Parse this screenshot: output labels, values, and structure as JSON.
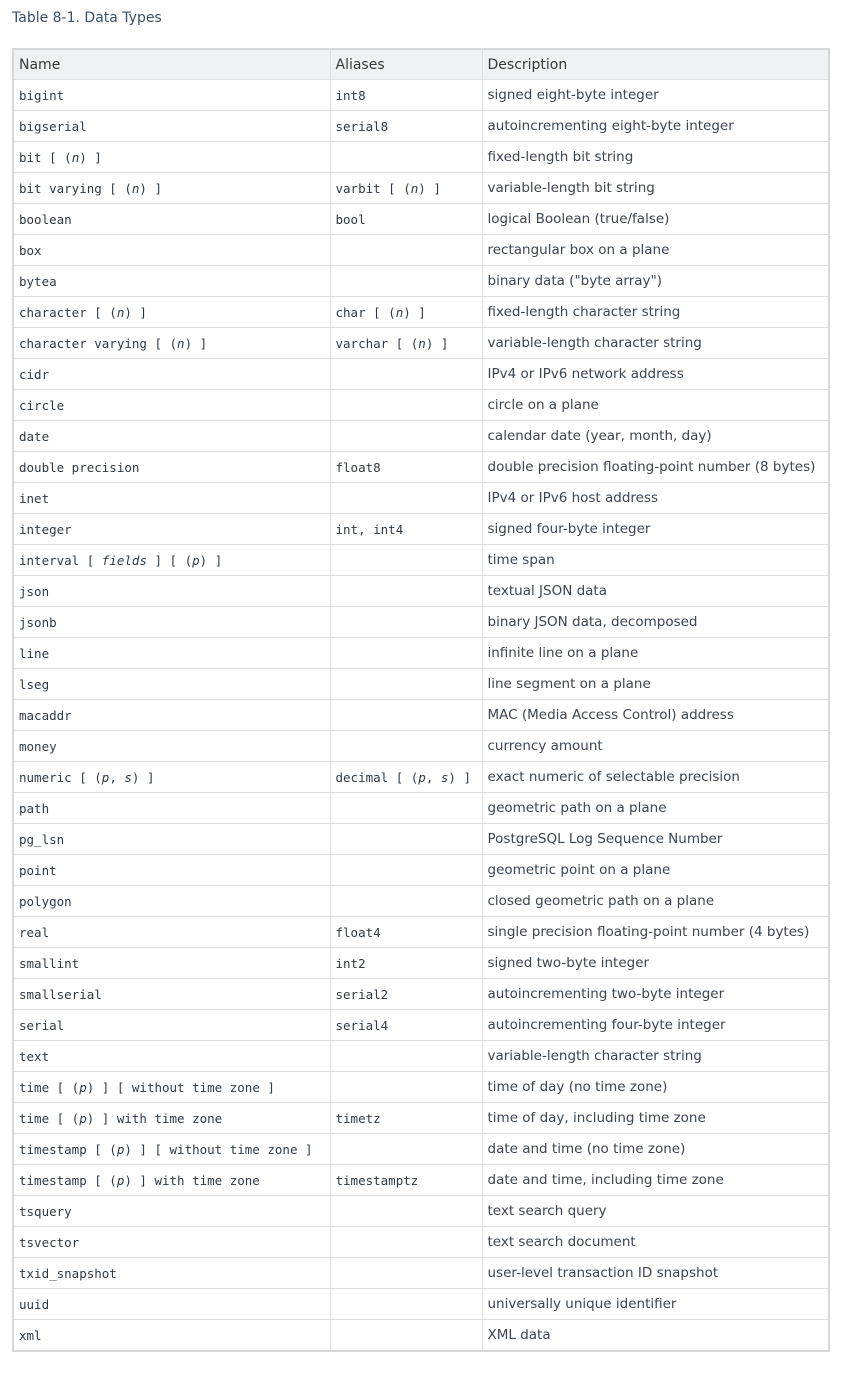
{
  "caption": "Table 8-1. Data Types",
  "headers": {
    "name": "Name",
    "aliases": "Aliases",
    "description": "Description"
  },
  "rows": [
    {
      "name": "bigint",
      "aliases": "int8",
      "description": "signed eight-byte integer"
    },
    {
      "name": "bigserial",
      "aliases": "serial8",
      "description": "autoincrementing eight-byte integer"
    },
    {
      "name": "bit [ (n) ]",
      "aliases": "",
      "description": "fixed-length bit string"
    },
    {
      "name": "bit varying [ (n) ]",
      "aliases": "varbit [ (n) ]",
      "description": "variable-length bit string"
    },
    {
      "name": "boolean",
      "aliases": "bool",
      "description": "logical Boolean (true/false)"
    },
    {
      "name": "box",
      "aliases": "",
      "description": "rectangular box on a plane"
    },
    {
      "name": "bytea",
      "aliases": "",
      "description": "binary data (\"byte array\")"
    },
    {
      "name": "character [ (n) ]",
      "aliases": "char [ (n) ]",
      "description": "fixed-length character string"
    },
    {
      "name": "character varying [ (n) ]",
      "aliases": "varchar [ (n) ]",
      "description": "variable-length character string"
    },
    {
      "name": "cidr",
      "aliases": "",
      "description": "IPv4 or IPv6 network address"
    },
    {
      "name": "circle",
      "aliases": "",
      "description": "circle on a plane"
    },
    {
      "name": "date",
      "aliases": "",
      "description": "calendar date (year, month, day)"
    },
    {
      "name": "double precision",
      "aliases": "float8",
      "description": "double precision floating-point number (8 bytes)"
    },
    {
      "name": "inet",
      "aliases": "",
      "description": "IPv4 or IPv6 host address"
    },
    {
      "name": "integer",
      "aliases": "int, int4",
      "description": "signed four-byte integer"
    },
    {
      "name": "interval [ fields ] [ (p) ]",
      "aliases": "",
      "description": "time span"
    },
    {
      "name": "json",
      "aliases": "",
      "description": "textual JSON data"
    },
    {
      "name": "jsonb",
      "aliases": "",
      "description": "binary JSON data, decomposed"
    },
    {
      "name": "line",
      "aliases": "",
      "description": "infinite line on a plane"
    },
    {
      "name": "lseg",
      "aliases": "",
      "description": "line segment on a plane"
    },
    {
      "name": "macaddr",
      "aliases": "",
      "description": "MAC (Media Access Control) address"
    },
    {
      "name": "money",
      "aliases": "",
      "description": "currency amount"
    },
    {
      "name": "numeric [ (p, s) ]",
      "aliases": "decimal [ (p, s) ]",
      "description": "exact numeric of selectable precision"
    },
    {
      "name": "path",
      "aliases": "",
      "description": "geometric path on a plane"
    },
    {
      "name": "pg_lsn",
      "aliases": "",
      "description": "PostgreSQL Log Sequence Number"
    },
    {
      "name": "point",
      "aliases": "",
      "description": "geometric point on a plane"
    },
    {
      "name": "polygon",
      "aliases": "",
      "description": "closed geometric path on a plane"
    },
    {
      "name": "real",
      "aliases": "float4",
      "description": "single precision floating-point number (4 bytes)"
    },
    {
      "name": "smallint",
      "aliases": "int2",
      "description": "signed two-byte integer"
    },
    {
      "name": "smallserial",
      "aliases": "serial2",
      "description": "autoincrementing two-byte integer"
    },
    {
      "name": "serial",
      "aliases": "serial4",
      "description": "autoincrementing four-byte integer"
    },
    {
      "name": "text",
      "aliases": "",
      "description": "variable-length character string"
    },
    {
      "name": "time [ (p) ] [ without time zone ]",
      "aliases": "",
      "description": "time of day (no time zone)"
    },
    {
      "name": "time [ (p) ] with time zone",
      "aliases": "timetz",
      "description": "time of day, including time zone"
    },
    {
      "name": "timestamp [ (p) ] [ without time zone ]",
      "aliases": "",
      "description": "date and time (no time zone)"
    },
    {
      "name": "timestamp [ (p) ] with time zone",
      "aliases": "timestamptz",
      "description": "date and time, including time zone"
    },
    {
      "name": "tsquery",
      "aliases": "",
      "description": "text search query"
    },
    {
      "name": "tsvector",
      "aliases": "",
      "description": "text search document"
    },
    {
      "name": "txid_snapshot",
      "aliases": "",
      "description": "user-level transaction ID snapshot"
    },
    {
      "name": "uuid",
      "aliases": "",
      "description": "universally unique identifier"
    },
    {
      "name": "xml",
      "aliases": "",
      "description": "XML data"
    }
  ]
}
